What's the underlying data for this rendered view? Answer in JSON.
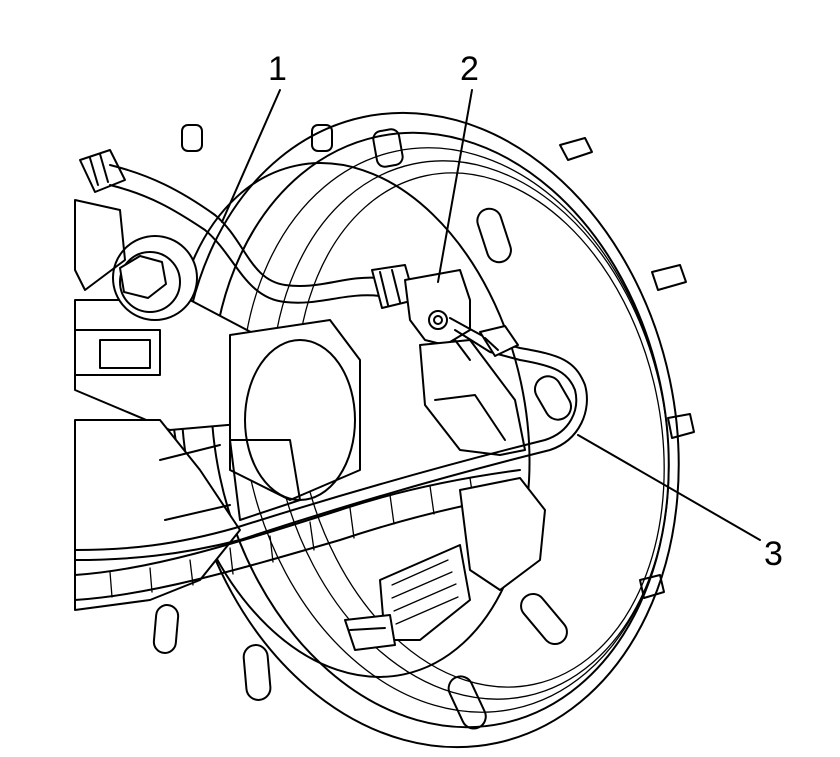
{
  "callouts": {
    "c1": "1",
    "c2": "2",
    "c3": "3"
  },
  "colors": {
    "ink": "#000000",
    "paper": "#ffffff"
  }
}
